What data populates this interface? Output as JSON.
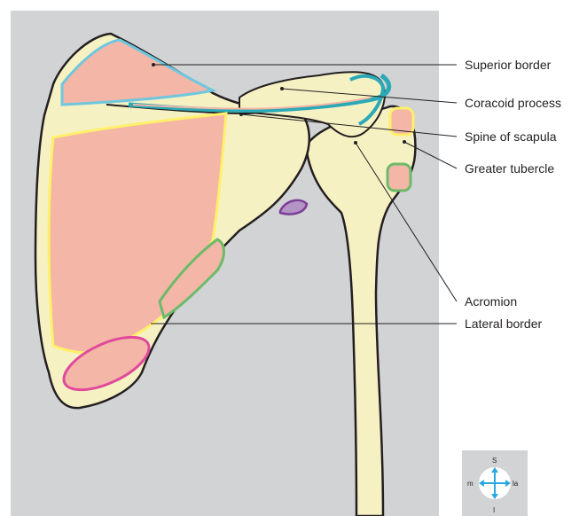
{
  "labels": {
    "superior_border": "Superior border",
    "coracoid_process": "Coracoid process",
    "spine_of_scapula": "Spine of scapula",
    "greater_tubercle": "Greater tubercle",
    "acromion": "Acromion",
    "lateral_border": "Lateral border"
  },
  "compass": {
    "top": "S",
    "left": "m",
    "right": "la",
    "bottom": "I"
  },
  "colors": {
    "background": "#d1d3d4",
    "bone": "#f6f1c3",
    "muscle_attachment": "#f4b6a6",
    "outline_blue": "#6ec7df",
    "outline_teal": "#2aa9b6",
    "outline_yellow": "#fff06a",
    "outline_green": "#6cbb6a",
    "outline_magenta": "#e04a9d",
    "outline_purple": "#7c3f98",
    "compass_arrow": "#29a8e0"
  }
}
